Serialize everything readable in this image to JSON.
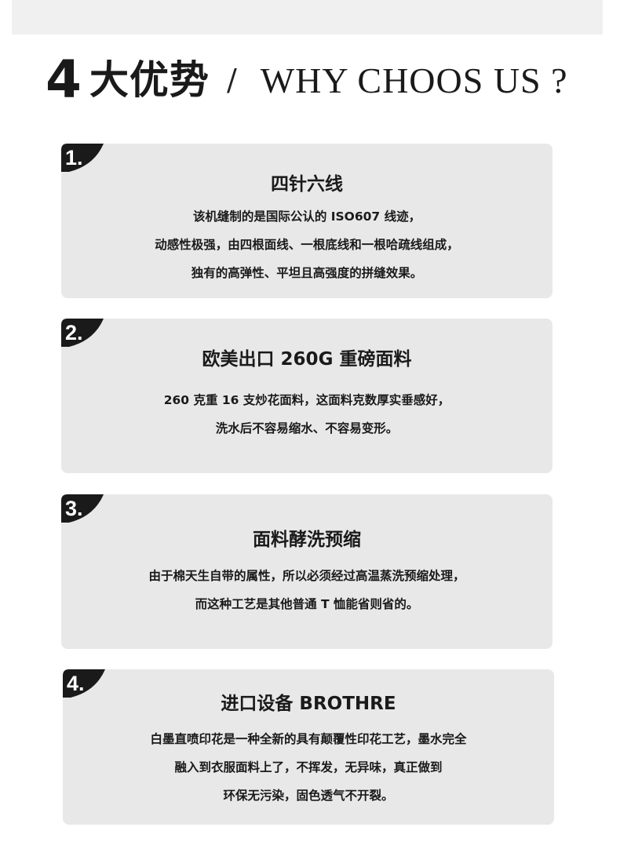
{
  "header": {
    "number": "4",
    "title_cn": "大优势",
    "slash": "/",
    "title_en": "WHY CHOOS US ?"
  },
  "cards": [
    {
      "badge": "1.",
      "title": "四针六线",
      "lines": [
        "该机缝制的是国际公认的 ISO607 线迹，",
        "动感性极强，由四根面线、一根底线和一根哈疏线组成，",
        "独有的高弹性、平坦且高强度的拼缝效果。"
      ]
    },
    {
      "badge": "2.",
      "title": "欧美出口 260G 重磅面料",
      "lines": [
        "260 克重 16 支炒花面料，这面料克数厚实垂感好，",
        "洗水后不容易缩水、不容易变形。"
      ]
    },
    {
      "badge": "3.",
      "title": "面料酵洗预缩",
      "lines": [
        "由于棉天生自带的属性，所以必须经过高温蒸洗预缩处理，",
        "而这种工艺是其他普通 T 恤能省则省的。"
      ]
    },
    {
      "badge": "4.",
      "title": "进口设备 BROTHRE",
      "lines": [
        "白墨直喷印花是一种全新的具有颠覆性印花工艺，墨水完全",
        "融入到衣服面料上了，不挥发，无异味，真正做到",
        "环保无污染，固色透气不开裂。"
      ]
    }
  ]
}
